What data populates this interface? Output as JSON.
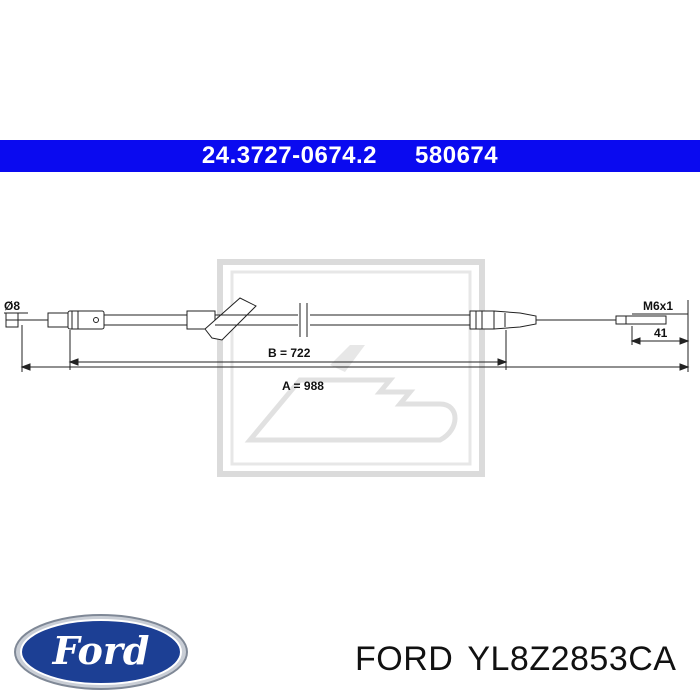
{
  "header": {
    "part_number": "24.3727-0674.2",
    "ref_number": "580674",
    "background_color": "#0a0af0"
  },
  "drawing": {
    "left_end_label": "Ø8",
    "right_end_label": "M6x1",
    "right_dim_label": "41",
    "dim_b_label": "B = 722",
    "dim_a_label": "A = 988",
    "watermark": "ate-logo"
  },
  "brand": {
    "logo_text": "Ford",
    "make": "FORD",
    "oem_number": "YL8Z2853CA",
    "logo_color": "#1c3f94"
  }
}
